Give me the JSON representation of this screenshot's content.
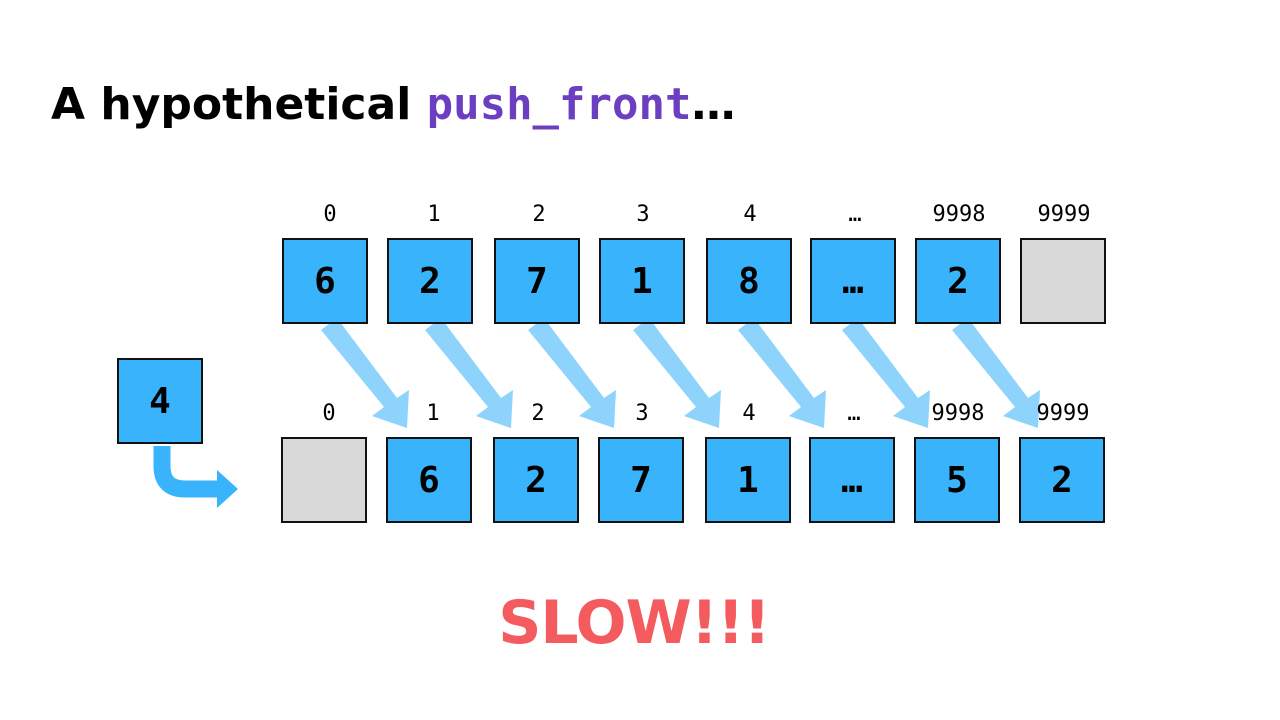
{
  "title": {
    "prefix": "A hypothetical ",
    "code": "push_front",
    "suffix": "…"
  },
  "colors": {
    "filled": "#39b3fb",
    "empty": "#d9d9d9",
    "shift_arrow": "#8dd3fc",
    "insert_arrow": "#39b3fb",
    "code": "#6b3fbf",
    "alert": "#f45b5f"
  },
  "before": {
    "indices": [
      "0",
      "1",
      "2",
      "3",
      "4",
      "…",
      "9998",
      "9999"
    ],
    "values": [
      "6",
      "2",
      "7",
      "1",
      "8",
      "…",
      "2",
      ""
    ]
  },
  "after": {
    "indices": [
      "0",
      "1",
      "2",
      "3",
      "4",
      "…",
      "9998",
      "9999"
    ],
    "values": [
      "",
      "6",
      "2",
      "7",
      "1",
      "…",
      "5",
      "2"
    ]
  },
  "new_element": "4",
  "alert": "SLOW!!!"
}
